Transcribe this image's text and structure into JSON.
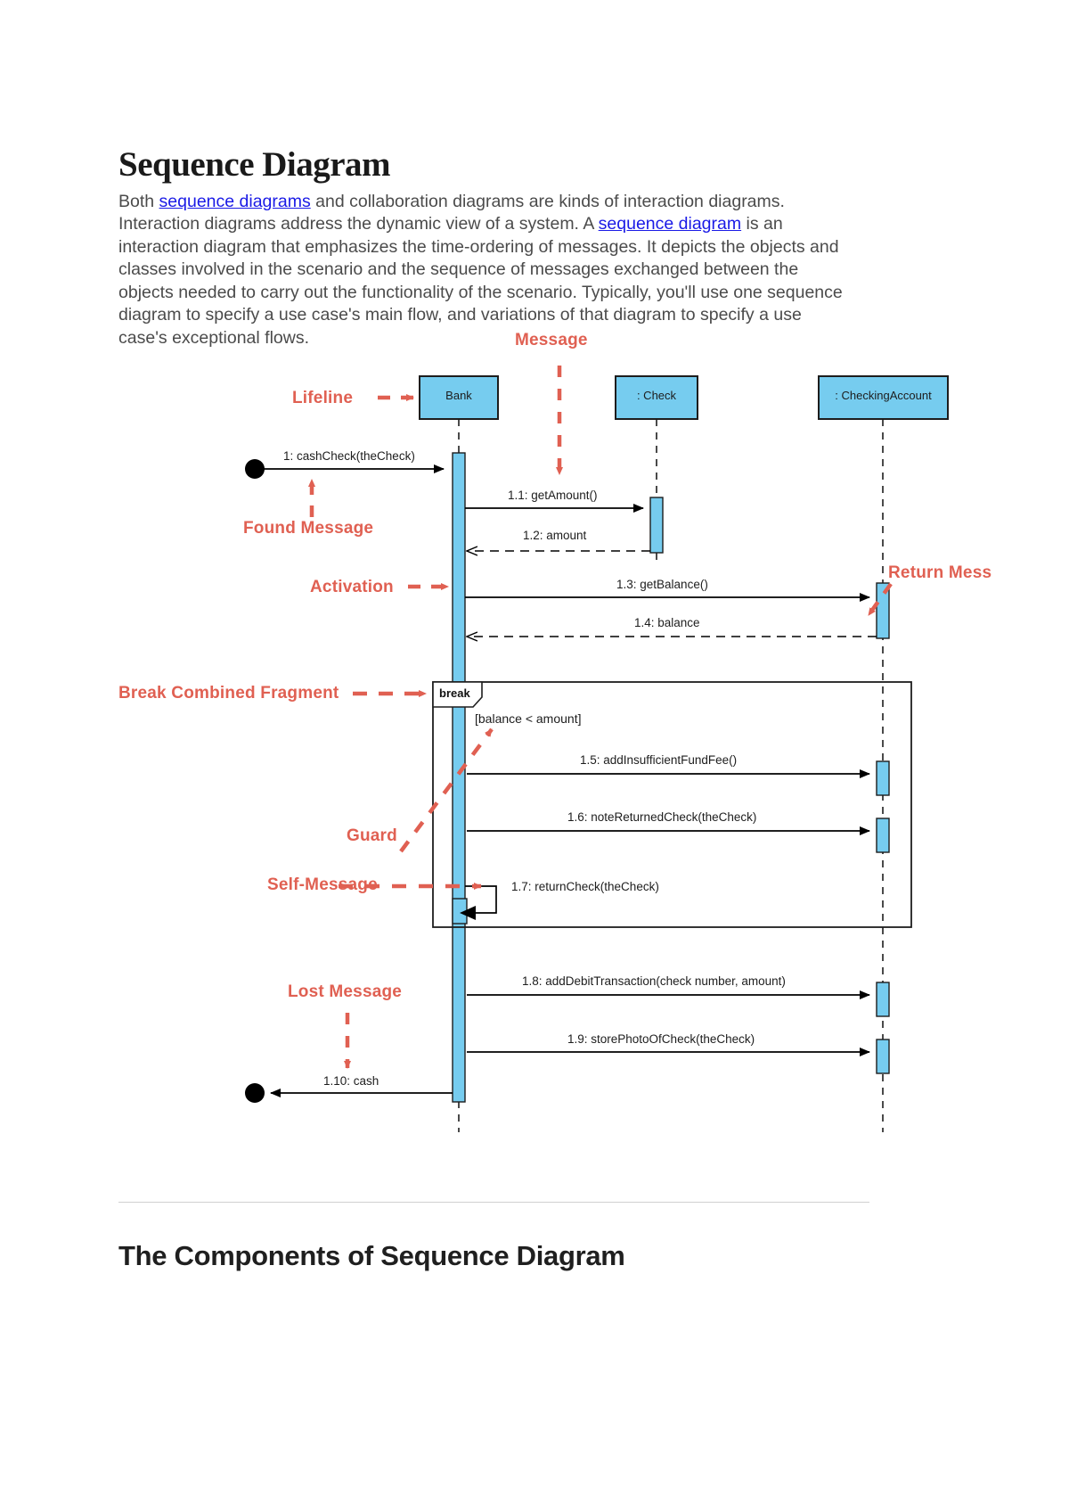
{
  "document": {
    "title": "Sequence Diagram",
    "intro_parts": [
      {
        "t": "Both ",
        "link": false
      },
      {
        "t": "sequence diagrams",
        "link": true
      },
      {
        "t": " and collaboration diagrams are kinds of interaction diagrams. Interaction diagrams address the dynamic view of a system. A ",
        "link": false
      },
      {
        "t": "sequence diagram",
        "link": true
      },
      {
        "t": " is an interaction diagram that emphasizes the time-ordering of messages. It depicts the objects and classes involved in the scenario and the sequence of messages exchanged between the objects needed to carry out the functionality of the scenario. Typically, you'll use one sequence diagram to specify a use case's main flow, and variations of that diagram to specify a use case's exceptional flows.",
        "link": false
      }
    ],
    "section_heading": "The Components of Sequence Diagram"
  },
  "diagram": {
    "type": "uml-sequence",
    "lifelines": [
      {
        "id": "bank",
        "label": "Bank"
      },
      {
        "id": "check",
        "label": ": Check"
      },
      {
        "id": "account",
        "label": ": CheckingAccount"
      }
    ],
    "messages": [
      {
        "num": "1",
        "label": "1: cashCheck(theCheck)",
        "kind": "found"
      },
      {
        "num": "1.1",
        "label": "1.1: getAmount()",
        "kind": "sync"
      },
      {
        "num": "1.2",
        "label": "1.2: amount",
        "kind": "return"
      },
      {
        "num": "1.3",
        "label": "1.3: getBalance()",
        "kind": "sync"
      },
      {
        "num": "1.4",
        "label": "1.4: balance",
        "kind": "return"
      },
      {
        "num": "1.5",
        "label": "1.5: addInsufficientFundFee()",
        "kind": "sync"
      },
      {
        "num": "1.6",
        "label": "1.6: noteReturnedCheck(theCheck)",
        "kind": "sync"
      },
      {
        "num": "1.7",
        "label": "1.7: returnCheck(theCheck)",
        "kind": "self"
      },
      {
        "num": "1.8",
        "label": "1.8: addDebitTransaction(check number, amount)",
        "kind": "sync"
      },
      {
        "num": "1.9",
        "label": "1.9: storePhotoOfCheck(theCheck)",
        "kind": "sync"
      },
      {
        "num": "1.10",
        "label": "1.10: cash",
        "kind": "lost"
      }
    ],
    "fragment": {
      "operator": "break",
      "guard": "[balance < amount]"
    },
    "annotations": [
      {
        "id": "message",
        "label": "Message"
      },
      {
        "id": "lifeline",
        "label": "Lifeline"
      },
      {
        "id": "found",
        "label": "Found Message"
      },
      {
        "id": "activation",
        "label": "Activation"
      },
      {
        "id": "return",
        "label": "Return Mess"
      },
      {
        "id": "break",
        "label": "Break Combined Fragment"
      },
      {
        "id": "guard",
        "label": "Guard"
      },
      {
        "id": "self",
        "label": "Self-Message"
      },
      {
        "id": "lost",
        "label": "Lost Message"
      }
    ],
    "colors": {
      "lifeline_fill": "#76ccef",
      "annotation": "#e06052",
      "stroke": "#1d1d1d",
      "link": "#1a1ae6"
    }
  }
}
